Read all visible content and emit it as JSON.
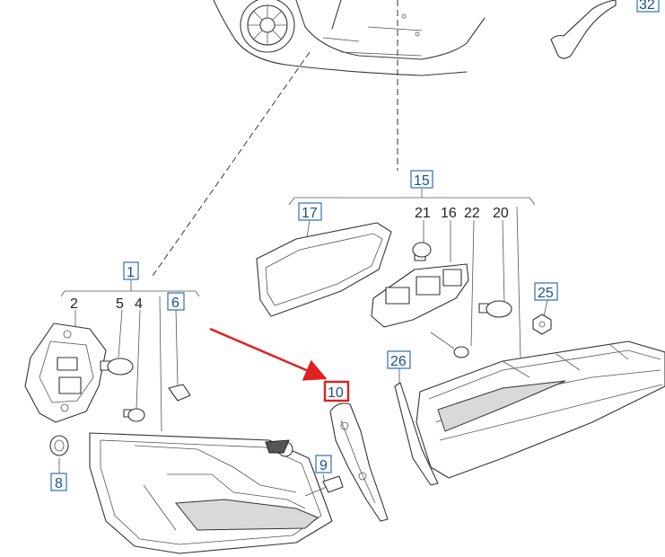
{
  "labels": {
    "l1": "1",
    "l2": "2",
    "l4": "4",
    "l5": "5",
    "l6": "6",
    "l8": "8",
    "l9": "9",
    "l10": "10",
    "l15": "15",
    "l16": "16",
    "l17": "17",
    "l20": "20",
    "l21": "21",
    "l22": "22",
    "l25": "25",
    "l26": "26",
    "l32": "32"
  },
  "colors": {
    "callout_border": "#2f6db0",
    "highlight": "#e02020",
    "line_art": "#333333"
  }
}
